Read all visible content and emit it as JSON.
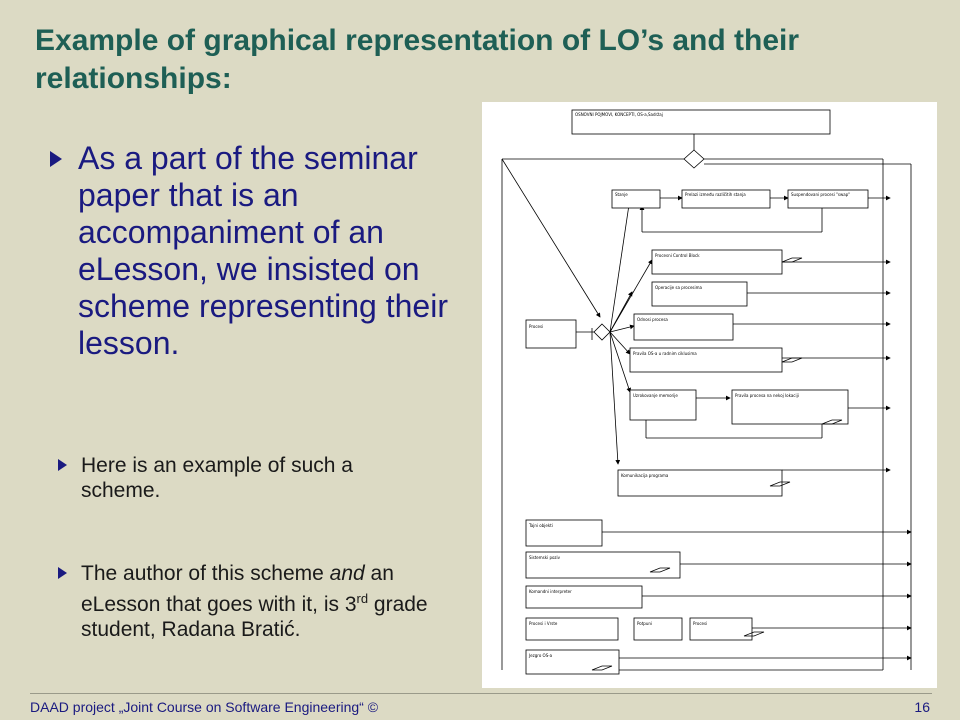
{
  "title": "Example of graphical representation of LO’s and their relationships:",
  "bullets_main": [
    "As a part of the seminar paper that is an accompaniment of an eLesson, we insisted on scheme representing their lesson."
  ],
  "bullet_2": "Here is an example of such a scheme.",
  "bullet_3": {
    "part1": "The author of this scheme ",
    "part2": "and",
    "part3": " an eLesson that goes with it, is 3",
    "sup": "rd",
    "part4": " grade student, Radana Bratić."
  },
  "footer": {
    "text": "DAAD project „Joint Course on Software Engineering“ ©",
    "page": "16"
  },
  "diagram": {
    "top_box": "OSNOVNI POJMOVI, KONCEPTI, OS-a,Sadržaj",
    "row1": [
      "Stanje",
      "Prelazi između različitih stanja",
      "Suspendovani procesi \"swap\""
    ],
    "proces": "Procesi",
    "branch_items": [
      "Procesni Control Block",
      "Operacije sa procesima",
      "Odnosi procesa",
      "Pravila OS-a u radnim ciklusima",
      "Uzrokovanje memorije",
      "Pravila procesa na nekoj  lokaciji"
    ],
    "kom": "Komunikacija programa",
    "lower": [
      "Tajni objekti",
      "Sistemski poziv",
      "Komandni interpreter"
    ],
    "row_bottom": [
      "Procesi i Vrste",
      "Potpuni",
      "Procesi"
    ],
    "last": "Jezgro OS-a"
  }
}
